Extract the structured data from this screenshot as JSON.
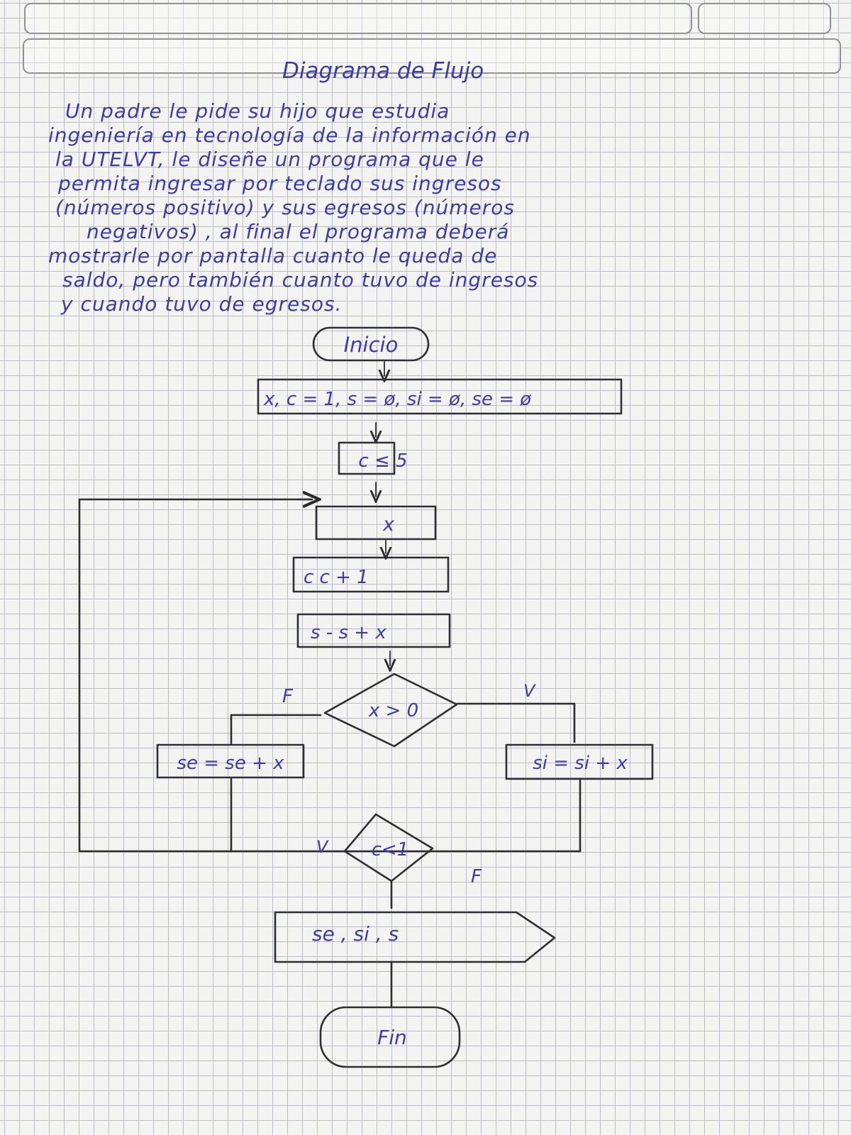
{
  "title": "Diagrama de Flujo",
  "paragraph": [
    "Un padre le pide su hijo que estudia",
    "ingeniería en tecnología de la información en",
    "la UTELVT, le diseñe un programa que le",
    "permita ingresar por teclado sus ingresos",
    "(números positivo) y sus egresos (números",
    "negativos) , al final el programa deberá",
    "mostrarle por pantalla cuanto le queda de",
    "saldo, pero también cuanto tuvo de ingresos",
    "y cuando tuvo de egresos."
  ],
  "flowchart": {
    "start": "Inicio",
    "init": "x, c = 1, s = ø, si = ø, se = ø",
    "loop_start": "c ≤ 5",
    "input": "x",
    "increment": "c      c + 1",
    "sum": "s  - s + x",
    "decision": "x > 0",
    "decision_false": "F",
    "decision_true": "V",
    "false_branch": "se = se + x",
    "true_branch": "si = si + x",
    "loop_check": "c<1",
    "loop_true": "V",
    "loop_false": "F",
    "output": "se , si , s",
    "end": "Fin"
  }
}
